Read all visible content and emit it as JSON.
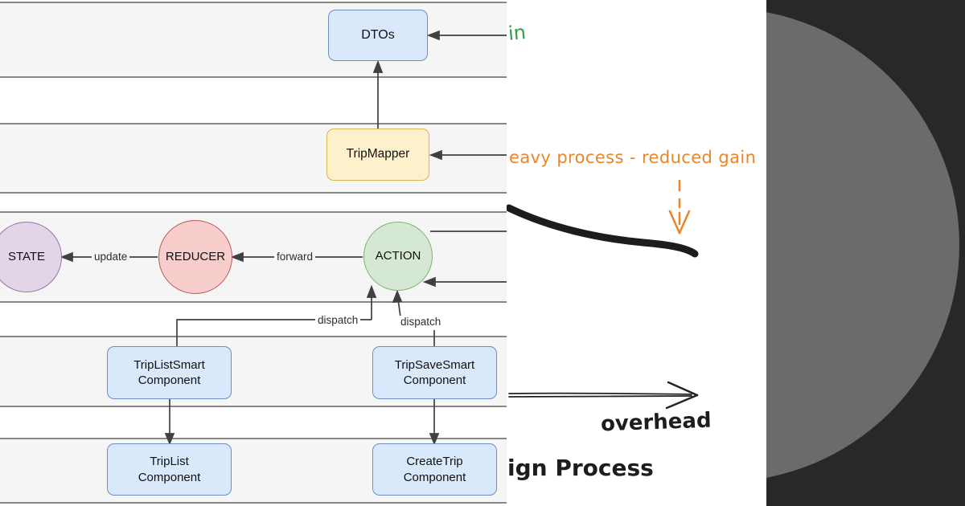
{
  "diagram": {
    "nodes": {
      "dtos": {
        "label": "DTOs"
      },
      "trip_mapper": {
        "label": "TripMapper"
      },
      "state": {
        "label": "STATE"
      },
      "reducer": {
        "label": "REDUCER"
      },
      "action": {
        "label": "ACTION"
      },
      "trip_list_smart": {
        "line1": "TripListSmart",
        "line2": "Component"
      },
      "trip_save_smart": {
        "line1": "TripSaveSmart",
        "line2": "Component"
      },
      "trip_list": {
        "line1": "TripList",
        "line2": "Component"
      },
      "create_trip": {
        "line1": "CreateTrip",
        "line2": "Component"
      }
    },
    "edge_labels": {
      "update": "update",
      "forward": "forward",
      "dispatch_left": "dispatch",
      "dispatch_right": "dispatch"
    }
  },
  "annotations": {
    "green_fragment": "in",
    "orange_note": "eavy process - reduced gain",
    "overhead": "overhead",
    "process_fragment": "ign Process"
  },
  "colors": {
    "band_fill": "#f5f5f5",
    "band_line": "#878787",
    "blue_fill": "#dae8fc",
    "blue_border": "#6c8ebf",
    "yellow_fill": "#fdf1cc",
    "yellow_border": "#d6b656",
    "purple_fill": "#e1d5e7",
    "purple_border": "#9673a6",
    "red_fill": "#f8cecc",
    "red_border": "#b85450",
    "green_fill": "#d5e8d4",
    "green_border": "#82b366",
    "annotation_orange": "#e8862d",
    "annotation_green": "#2f9e44",
    "ink_black": "#1d1d1d",
    "dark_panel_bg": "#282828",
    "panel_circle_gray": "#6b6b6b"
  }
}
